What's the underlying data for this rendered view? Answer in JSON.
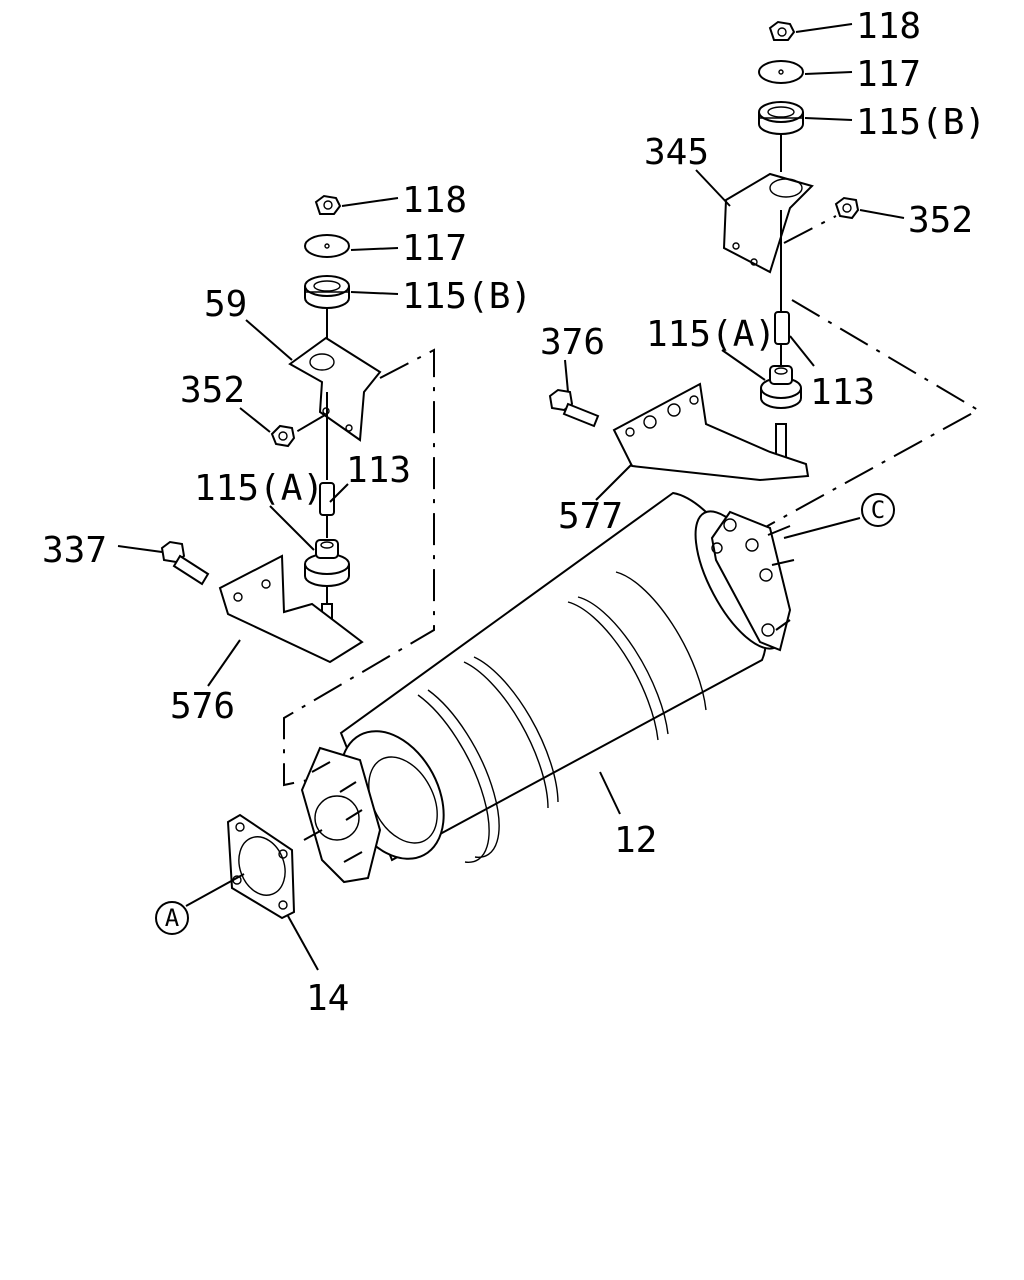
{
  "labels": {
    "l118_right": "118",
    "l117_right": "117",
    "l115b_right": "115(B)",
    "l345": "345",
    "l352_right": "352",
    "l376": "376",
    "l115a_right": "115(A)",
    "l113_right": "113",
    "l577": "577",
    "l118_left": "118",
    "l117_left": "117",
    "l115b_left": "115(B)",
    "l59": "59",
    "l352_left": "352",
    "l113_left": "113",
    "l115a_left": "115(A)",
    "l337": "337",
    "l576": "576",
    "l12": "12",
    "l14": "14"
  },
  "callouts": {
    "a": "A",
    "c": "C"
  },
  "colors": {
    "line": "#000000",
    "background": "#ffffff",
    "muffler_fill": "#f4f4f4"
  }
}
